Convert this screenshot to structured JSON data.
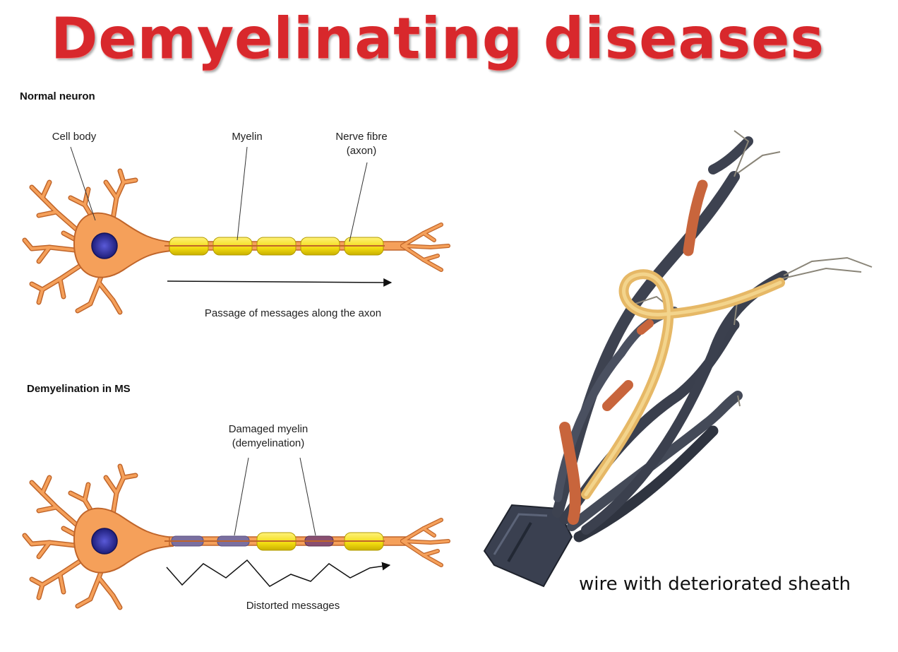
{
  "title": "Demyelinating diseases",
  "normal": {
    "heading": "Normal neuron",
    "cell_body": "Cell body",
    "myelin": "Myelin",
    "nerve_fibre_line1": "Nerve fibre",
    "nerve_fibre_line2": "(axon)",
    "passage": "Passage of messages along the axon"
  },
  "ms": {
    "heading": "Demyelination in MS",
    "damaged_line1": "Damaged myelin",
    "damaged_line2": "(demyelination)",
    "distorted": "Distorted messages"
  },
  "wire_caption": "wire with deteriorated sheath",
  "colors": {
    "title": "#d8282c",
    "neuron": "#f5a05a",
    "neuron_stroke": "#c0652a",
    "myelin": "#f4e21a",
    "nucleus": "#2b2aa0",
    "damaged": "#7a6fa0"
  }
}
